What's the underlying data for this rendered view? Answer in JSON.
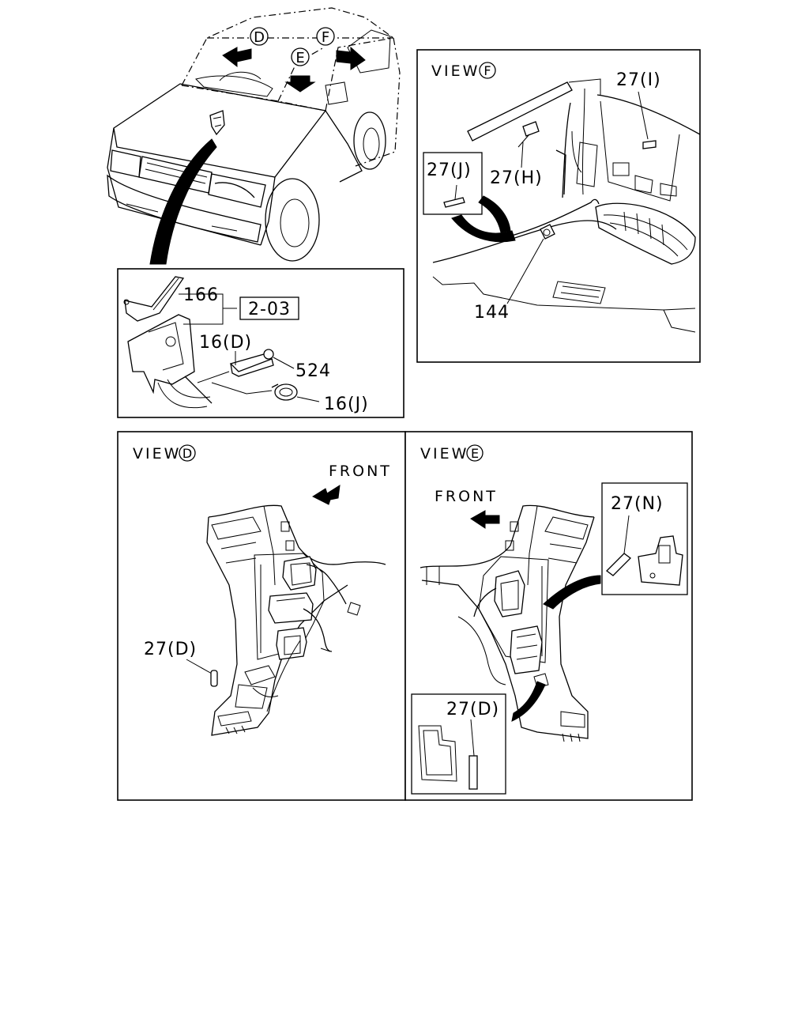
{
  "vehicle_callouts": {
    "d": "D",
    "e": "E",
    "f": "F"
  },
  "detail_panel": {
    "part_166": "166",
    "ref_box": "2-03",
    "part_16d": "16(D)",
    "part_524": "524",
    "part_16j": "16(J)"
  },
  "view_f": {
    "title": "VIEW",
    "letter": "F",
    "part_27i": "27(I)",
    "part_27h": "27(H)",
    "part_27j": "27(J)",
    "part_144": "144"
  },
  "view_d": {
    "title": "VIEW",
    "letter": "D",
    "front": "FRONT",
    "part_27d": "27(D)"
  },
  "view_e": {
    "title": "VIEW",
    "letter": "E",
    "front": "FRONT",
    "part_27n": "27(N)",
    "part_27d": "27(D)"
  }
}
